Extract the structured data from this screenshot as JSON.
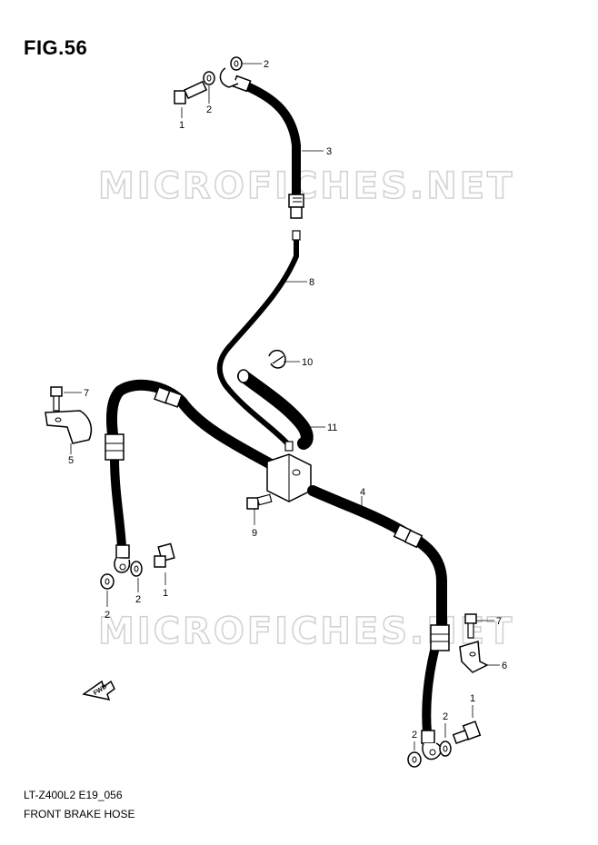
{
  "figure": {
    "title": "FIG.56",
    "model_code": "LT-Z400L2 E19_056",
    "caption": "FRONT BRAKE HOSE",
    "watermark": "MICROFICHES.NET",
    "fwd_label": "FWD"
  },
  "callouts": {
    "c1": "2",
    "c2": "1",
    "c3": "2",
    "c4": "3",
    "c5": "8",
    "c6": "10",
    "c7": "7",
    "c8": "11",
    "c9": "5",
    "c10": "4",
    "c11": "9",
    "c12": "1",
    "c13": "2",
    "c14": "2",
    "c15": "7",
    "c16": "6",
    "c17": "1",
    "c18": "2",
    "c19": "2"
  }
}
